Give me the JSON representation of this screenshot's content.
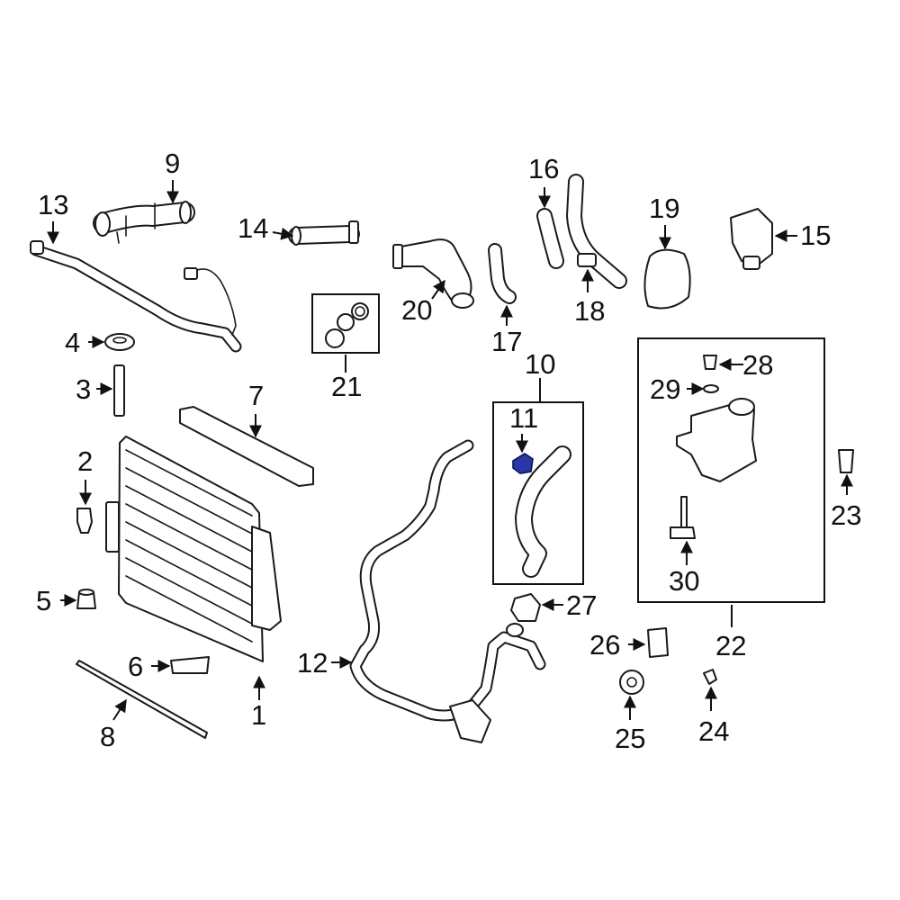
{
  "callouts": {
    "c1": "1",
    "c2": "2",
    "c3": "3",
    "c4": "4",
    "c5": "5",
    "c6": "6",
    "c7": "7",
    "c8": "8",
    "c9": "9",
    "c10": "10",
    "c11": "11",
    "c12": "12",
    "c13": "13",
    "c14": "14",
    "c15": "15",
    "c16": "16",
    "c17": "17",
    "c18": "18",
    "c19": "19",
    "c20": "20",
    "c21": "21",
    "c22": "22",
    "c23": "23",
    "c24": "24",
    "c25": "25",
    "c26": "26",
    "c27": "27",
    "c28": "28",
    "c29": "29",
    "c30": "30"
  },
  "highlight_color": "#2a37a8",
  "highlighted_part": "11"
}
